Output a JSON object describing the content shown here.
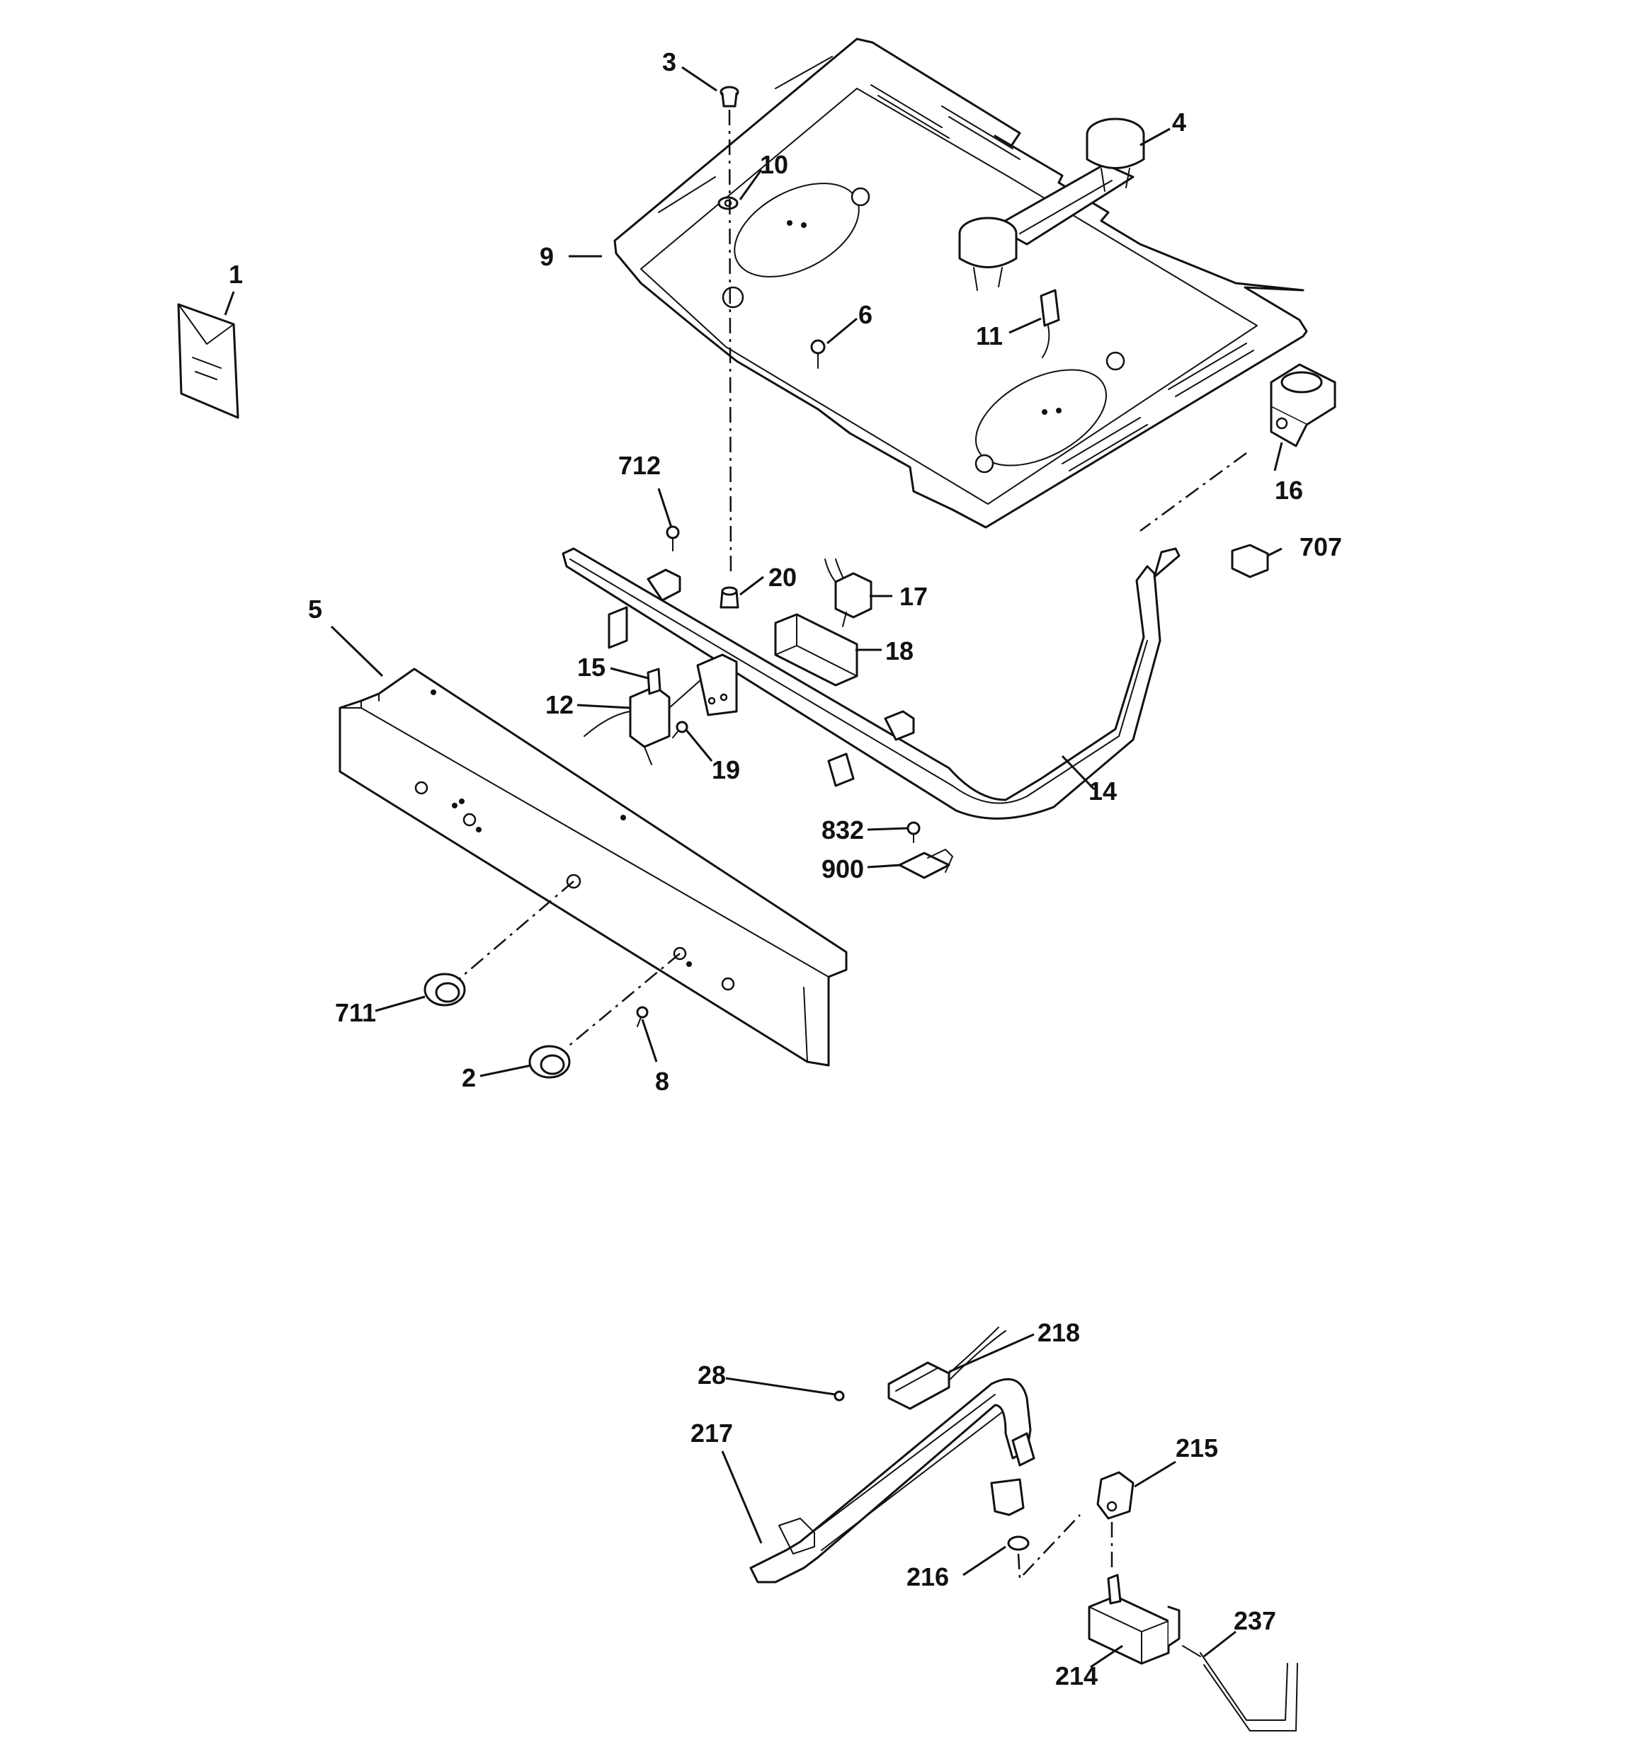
{
  "diagram": {
    "callouts": {
      "c1": "1",
      "c2": "2",
      "c3": "3",
      "c4": "4",
      "c5": "5",
      "c6": "6",
      "c8": "8",
      "c9": "9",
      "c10": "10",
      "c11": "11",
      "c12": "12",
      "c14": "14",
      "c15": "15",
      "c16": "16",
      "c17": "17",
      "c18": "18",
      "c19": "19",
      "c20": "20",
      "c28": "28",
      "c214": "214",
      "c215": "215",
      "c216": "216",
      "c217": "217",
      "c218": "218",
      "c237": "237",
      "c707": "707",
      "c711": "711",
      "c712": "712",
      "c832": "832",
      "c900": "900"
    }
  }
}
